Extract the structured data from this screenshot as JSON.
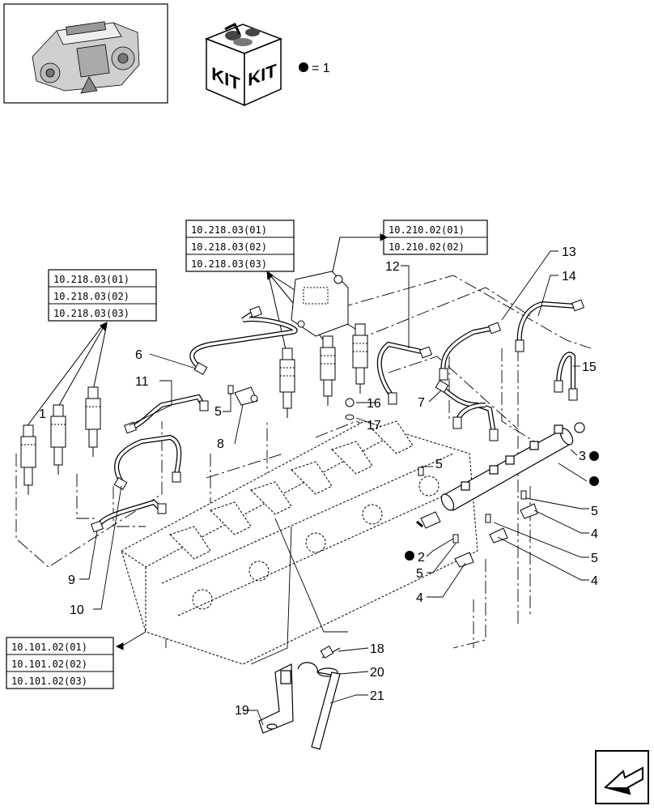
{
  "kit": {
    "box_left_label": "KIT",
    "box_right_label": "KIT",
    "legend_value": "= 1"
  },
  "ref_groups": {
    "top_center": [
      "10.218.03(01)",
      "10.218.03(02)",
      "10.218.03(03)"
    ],
    "top_right": [
      "10.210.02(01)",
      "10.210.02(02)"
    ],
    "left": [
      "10.218.03(01)",
      "10.218.03(02)",
      "10.218.03(03)"
    ],
    "bottom_left": [
      "10.101.02(01)",
      "10.101.02(02)",
      "10.101.02(03)"
    ]
  },
  "callouts": {
    "c1": "1",
    "c2": "2",
    "c3": "3",
    "c4a": "4",
    "c4b": "4",
    "c4c": "4",
    "c5a": "5",
    "c5b": "5",
    "c5c": "5",
    "c5d": "5",
    "c5e": "5",
    "c6": "6",
    "c7": "7",
    "c8": "8",
    "c9": "9",
    "c10": "10",
    "c11": "11",
    "c12": "12",
    "c13": "13",
    "c14": "14",
    "c15": "15",
    "c16": "16",
    "c17": "17",
    "c18": "18",
    "c19": "19",
    "c20": "20",
    "c21": "21"
  },
  "icons": {
    "engine": "engine-thumbnail-icon",
    "kit": "kit-box-icon",
    "nav": "next-page-arrow-icon"
  }
}
